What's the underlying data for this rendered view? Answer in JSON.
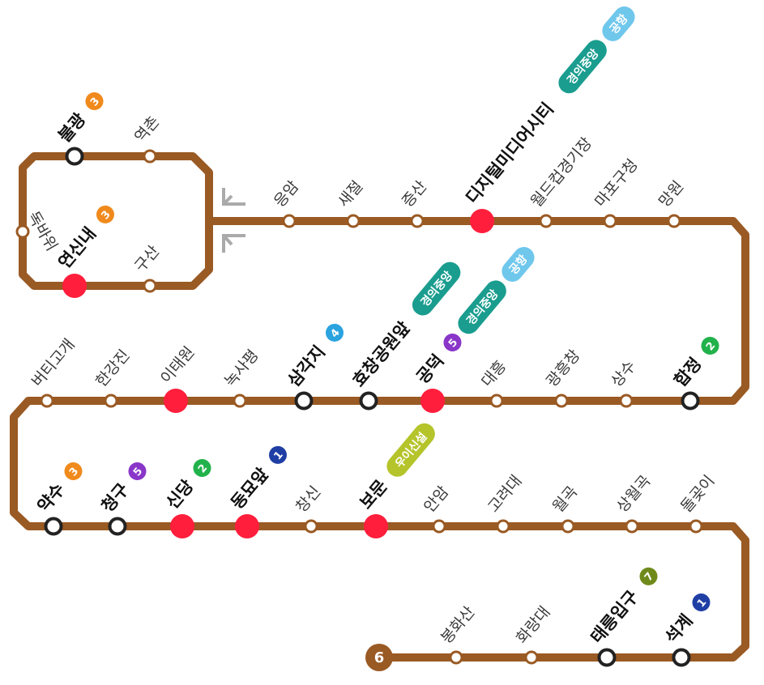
{
  "line": {
    "number": "6",
    "color": "#9a5a24"
  },
  "colors": {
    "transfer": "#ff1e3c",
    "ring": "#222222",
    "loop_sign": "#aaaaaa",
    "line_1": "#1f3fa5",
    "line_2": "#22b24c",
    "line_3": "#f08a1c",
    "line_4": "#2aa3df",
    "line_5": "#8a36c9",
    "line_7": "#6f8a1a",
    "gyeongui": "#1a9d8f",
    "airport": "#6fc7ec",
    "ui_sinseol": "#b5c42a"
  },
  "stations": [
    {
      "id": "bulgwang",
      "name": "불광",
      "kind": "ring",
      "major": true,
      "badges": [
        {
          "text": "3",
          "color": "#f08a1c"
        }
      ]
    },
    {
      "id": "yeokchon",
      "name": "역촌",
      "kind": "normal"
    },
    {
      "id": "dokbawi",
      "name": "독바위",
      "kind": "normal"
    },
    {
      "id": "yeonsinnae",
      "name": "연신내",
      "kind": "transfer",
      "major": true,
      "badges": [
        {
          "text": "3",
          "color": "#f08a1c"
        }
      ]
    },
    {
      "id": "gusan",
      "name": "구산",
      "kind": "normal"
    },
    {
      "id": "eungam",
      "name": "응암",
      "kind": "normal"
    },
    {
      "id": "saejeol",
      "name": "새절",
      "kind": "normal"
    },
    {
      "id": "jeungsan",
      "name": "증산",
      "kind": "normal"
    },
    {
      "id": "dmc",
      "name": "디지털미디어시티",
      "kind": "transfer",
      "major": true,
      "pills": [
        {
          "text": "경의중앙",
          "color": "#1a9d8f"
        },
        {
          "text": "공항",
          "color": "#6fc7ec"
        }
      ]
    },
    {
      "id": "worldcup",
      "name": "월드컵경기장",
      "kind": "normal"
    },
    {
      "id": "mapo_office",
      "name": "마포구청",
      "kind": "normal"
    },
    {
      "id": "mangwon",
      "name": "망원",
      "kind": "normal"
    },
    {
      "id": "hapjeong",
      "name": "합정",
      "kind": "ring",
      "major": true,
      "badges": [
        {
          "text": "2",
          "color": "#22b24c"
        }
      ]
    },
    {
      "id": "sangsu",
      "name": "상수",
      "kind": "normal"
    },
    {
      "id": "gwangheungchang",
      "name": "광흥창",
      "kind": "normal"
    },
    {
      "id": "daeheung",
      "name": "대흥",
      "kind": "normal"
    },
    {
      "id": "gongdeok",
      "name": "공덕",
      "kind": "transfer",
      "major": true,
      "badges": [
        {
          "text": "5",
          "color": "#8a36c9"
        }
      ],
      "pills": [
        {
          "text": "경의중앙",
          "color": "#1a9d8f"
        },
        {
          "text": "공항",
          "color": "#6fc7ec"
        }
      ]
    },
    {
      "id": "hyochang",
      "name": "효창공원앞",
      "kind": "ring",
      "major": true,
      "pills": [
        {
          "text": "경의중앙",
          "color": "#1a9d8f"
        }
      ]
    },
    {
      "id": "samgakji",
      "name": "삼각지",
      "kind": "ring",
      "major": true,
      "badges": [
        {
          "text": "4",
          "color": "#2aa3df"
        }
      ]
    },
    {
      "id": "noksapyeong",
      "name": "녹사평",
      "kind": "normal"
    },
    {
      "id": "itaewon",
      "name": "이태원",
      "kind": "transfer",
      "major": false
    },
    {
      "id": "hangangjin",
      "name": "한강진",
      "kind": "normal"
    },
    {
      "id": "beotigogae",
      "name": "버티고개",
      "kind": "normal"
    },
    {
      "id": "yaksu",
      "name": "약수",
      "kind": "ring",
      "major": true,
      "badges": [
        {
          "text": "3",
          "color": "#f08a1c"
        }
      ]
    },
    {
      "id": "cheonggu",
      "name": "청구",
      "kind": "ring",
      "major": true,
      "badges": [
        {
          "text": "5",
          "color": "#8a36c9"
        }
      ]
    },
    {
      "id": "sindang",
      "name": "신당",
      "kind": "transfer",
      "major": true,
      "badges": [
        {
          "text": "2",
          "color": "#22b24c"
        }
      ]
    },
    {
      "id": "dongmyo",
      "name": "동묘앞",
      "kind": "transfer",
      "major": true,
      "badges": [
        {
          "text": "1",
          "color": "#1f3fa5"
        }
      ]
    },
    {
      "id": "changsin",
      "name": "창신",
      "kind": "normal"
    },
    {
      "id": "bomun",
      "name": "보문",
      "kind": "transfer",
      "major": true,
      "pills": [
        {
          "text": "우이신설",
          "color": "#b5c42a"
        }
      ]
    },
    {
      "id": "anam",
      "name": "안암",
      "kind": "normal"
    },
    {
      "id": "korea_univ",
      "name": "고려대",
      "kind": "normal"
    },
    {
      "id": "wolgok",
      "name": "월곡",
      "kind": "normal"
    },
    {
      "id": "sangwolgok",
      "name": "상월곡",
      "kind": "normal"
    },
    {
      "id": "dolgoji",
      "name": "돌곶이",
      "kind": "normal"
    },
    {
      "id": "seokgye",
      "name": "석계",
      "kind": "ring",
      "major": true,
      "badges": [
        {
          "text": "1",
          "color": "#1f3fa5"
        }
      ]
    },
    {
      "id": "taereung",
      "name": "태릉입구",
      "kind": "ring",
      "major": true,
      "badges": [
        {
          "text": "7",
          "color": "#6f8a1a"
        }
      ]
    },
    {
      "id": "hwarangdae",
      "name": "화랑대",
      "kind": "normal"
    },
    {
      "id": "bonghwasan",
      "name": "봉화산",
      "kind": "normal"
    }
  ]
}
